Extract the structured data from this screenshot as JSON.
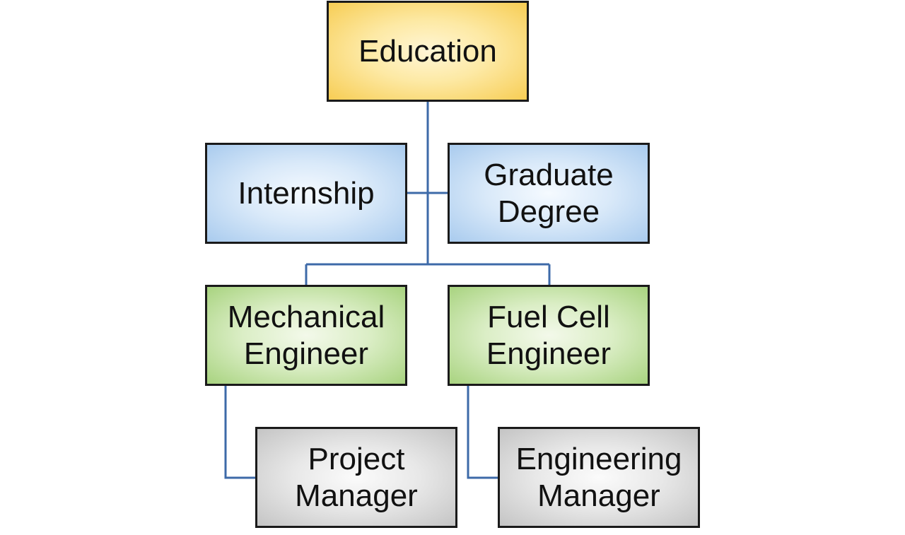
{
  "diagram": {
    "line_color": "#3d6aa8",
    "nodes": {
      "education": {
        "line1": "Education",
        "color": "#f7cd54"
      },
      "internship": {
        "line1": "Internship",
        "color": "#a9cbee"
      },
      "graduate_degree": {
        "line1": "Graduate",
        "line2": "Degree",
        "color": "#a9cbee"
      },
      "mechanical_engineer": {
        "line1": "Mechanical",
        "line2": "Engineer",
        "color": "#a8d37f"
      },
      "fuel_cell_engineer": {
        "line1": "Fuel Cell",
        "line2": "Engineer",
        "color": "#a8d37f"
      },
      "project_manager": {
        "line1": "Project",
        "line2": "Manager",
        "color": "#c4c4c4"
      },
      "engineering_manager": {
        "line1": "Engineering",
        "line2": "Manager",
        "color": "#c4c4c4"
      }
    }
  }
}
